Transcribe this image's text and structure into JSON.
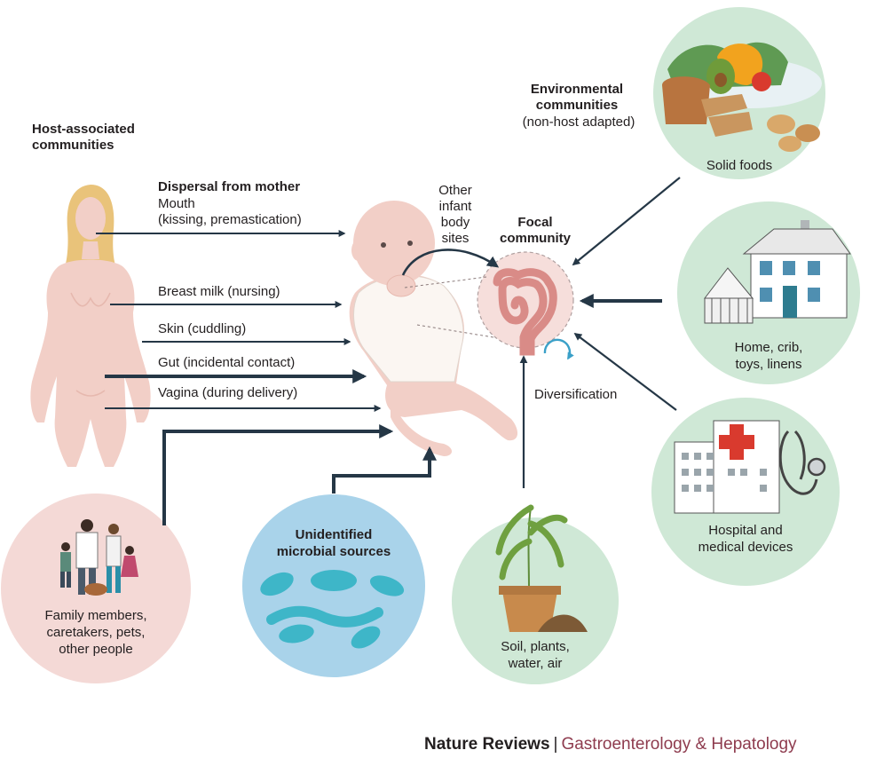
{
  "labels": {
    "host_heading": [
      "Host-associated",
      "communities"
    ],
    "env_heading": [
      "Environmental",
      "communities"
    ],
    "env_subheading": "(non-host adapted)",
    "dispersal_heading": "Dispersal from mother",
    "mouth": [
      "Mouth",
      "(kissing, premastication)"
    ],
    "breast_milk": "Breast milk (nursing)",
    "skin": "Skin (cuddling)",
    "gut": "Gut (incidental contact)",
    "vagina": "Vagina (during delivery)",
    "other_sites": [
      "Other",
      "infant",
      "body",
      "sites"
    ],
    "focal": [
      "Focal",
      "community"
    ],
    "diversification": "Diversification"
  },
  "circles": {
    "solid_foods": "Solid foods",
    "home": [
      "Home, crib,",
      "toys, linens"
    ],
    "hospital": [
      "Hospital and",
      "medical devices"
    ],
    "soil": [
      "Soil, plants,",
      "water, air"
    ],
    "unidentified": [
      "Unidentified",
      "microbial sources"
    ],
    "family": [
      "Family members,",
      "caretakers, pets,",
      "other people"
    ]
  },
  "footer": {
    "journal": "Nature Reviews",
    "separator": "|",
    "section": "Gastroenterology & Hepatology"
  },
  "colors": {
    "green_circle": "#cfe8d6",
    "pink_circle": "#f4d9d6",
    "blue_circle": "#a9d3ea",
    "arrow": "#253746",
    "skin": "#f2cfc7",
    "footer_accent": "#8e3b4e"
  },
  "icons": [
    "woman-figure-icon",
    "baby-figure-icon",
    "intestine-icon",
    "food-icon",
    "house-icon",
    "hospital-icon",
    "plant-icon",
    "microbe-icon",
    "family-icon"
  ]
}
